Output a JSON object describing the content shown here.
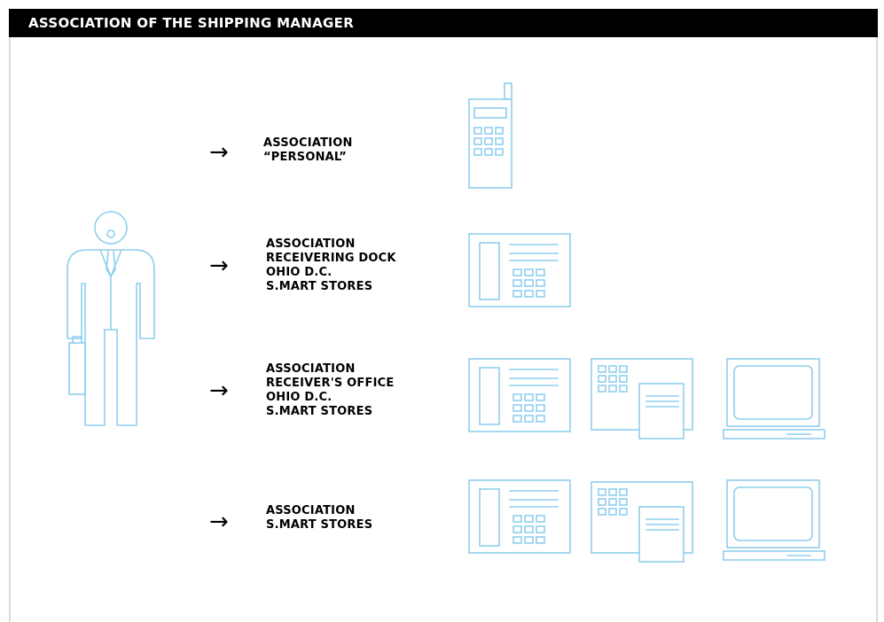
{
  "header": {
    "title": "ASSOCIATION OF THE SHIPPING MANAGER"
  },
  "colors": {
    "icon": "#8fcfef",
    "header_bg": "#000000",
    "header_text": "#ffffff"
  },
  "person": {
    "icon": "businessman-with-briefcase-icon"
  },
  "rows": [
    {
      "arrow": "→",
      "lines": [
        "ASSOCIATION",
        "“PERSONAL”"
      ],
      "devices": [
        "mobile-phone-icon"
      ]
    },
    {
      "arrow": "→",
      "lines": [
        "ASSOCIATION",
        "RECEIVERING DOCK",
        "OHIO D.C.",
        "S.MART STORES"
      ],
      "devices": [
        "desk-phone-icon"
      ]
    },
    {
      "arrow": "→",
      "lines": [
        "ASSOCIATION",
        "RECEIVER'S OFFICE",
        "OHIO D.C.",
        "S.MART STORES"
      ],
      "devices": [
        "desk-phone-icon",
        "fax-machine-icon",
        "computer-terminal-icon"
      ]
    },
    {
      "arrow": "→",
      "lines": [
        "ASSOCIATION",
        "S.MART STORES"
      ],
      "devices": [
        "desk-phone-icon",
        "fax-machine-icon",
        "computer-terminal-icon"
      ]
    }
  ]
}
